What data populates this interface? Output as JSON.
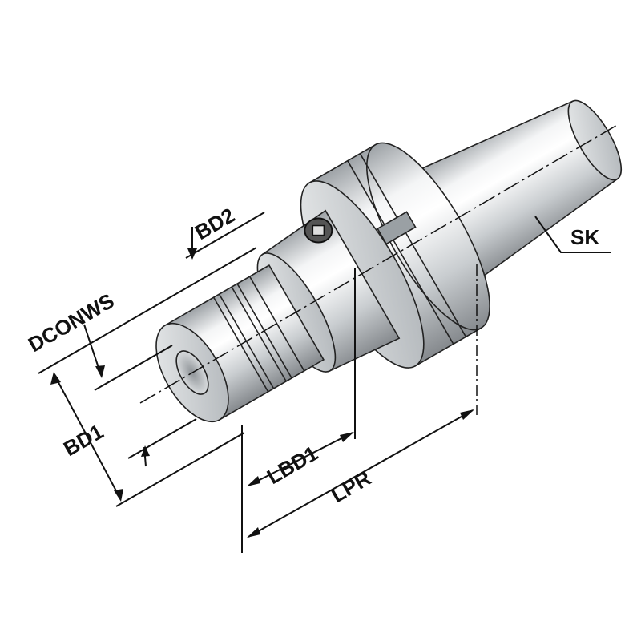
{
  "diagram": {
    "subject": "toolholder",
    "labels": {
      "bd2": "BD2",
      "sk": "SK",
      "dconws": "DCONWS",
      "bd1": "BD1",
      "lbd1": "LBD1",
      "lpr": "LPR"
    },
    "colors": {
      "metal_light": "#ffffff",
      "metal_mid": "#cfd3d6",
      "metal_dark": "#8c9196",
      "line": "#111111"
    }
  }
}
